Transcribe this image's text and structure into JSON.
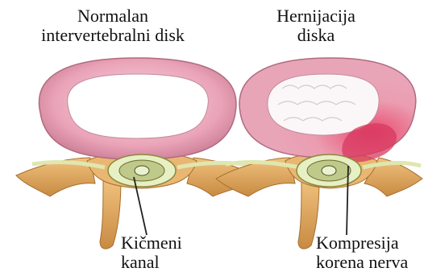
{
  "left_panel": {
    "title_line1": "Normalan",
    "title_line2": "intervertebralni disk",
    "callout_line1": "Kičmeni",
    "callout_line2": "kanal"
  },
  "right_panel": {
    "title_line1": "Hernijacija",
    "title_line2": "diska",
    "callout_line1": "Kompresija",
    "callout_line2": "korena nerva"
  },
  "colors": {
    "disc_pink": "#e8a0b4",
    "disc_light": "#f6d6e0",
    "nucleus": "#ffffff",
    "herniation_red": "#d8385f",
    "bone": "#e0a85e",
    "bone_dark": "#b87a36",
    "nerve": "#dfe7b0",
    "leader_line": "#222222"
  }
}
